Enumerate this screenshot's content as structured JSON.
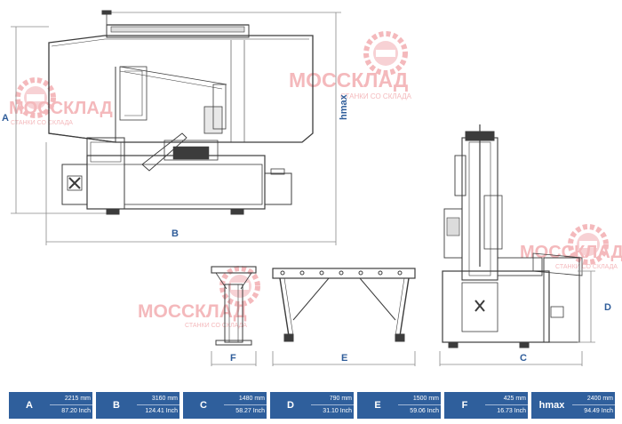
{
  "watermark": {
    "brand": "МОССКЛАД",
    "tagline": "СТАНКИ СО СКЛАДА",
    "color": "#f3b2b5"
  },
  "dimension_labels": {
    "A": "A",
    "B": "B",
    "C": "C",
    "D": "D",
    "E": "E",
    "F": "F",
    "hmax": "hmax"
  },
  "colors": {
    "line": "#3c3c3c",
    "dimension": "#2f5d9a",
    "spec_bg": "#2f5f9c"
  },
  "specs": [
    {
      "key": "A",
      "mm": "2215 mm",
      "inch": "87.20 Inch"
    },
    {
      "key": "B",
      "mm": "3160 mm",
      "inch": "124.41 Inch"
    },
    {
      "key": "C",
      "mm": "1480 mm",
      "inch": "58.27 Inch"
    },
    {
      "key": "D",
      "mm": "790 mm",
      "inch": "31.10 Inch"
    },
    {
      "key": "E",
      "mm": "1500 mm",
      "inch": "59.06 Inch"
    },
    {
      "key": "F",
      "mm": "425 mm",
      "inch": "16.73 Inch"
    },
    {
      "key": "hmax",
      "mm": "2400 mm",
      "inch": "94.49 Inch"
    }
  ]
}
